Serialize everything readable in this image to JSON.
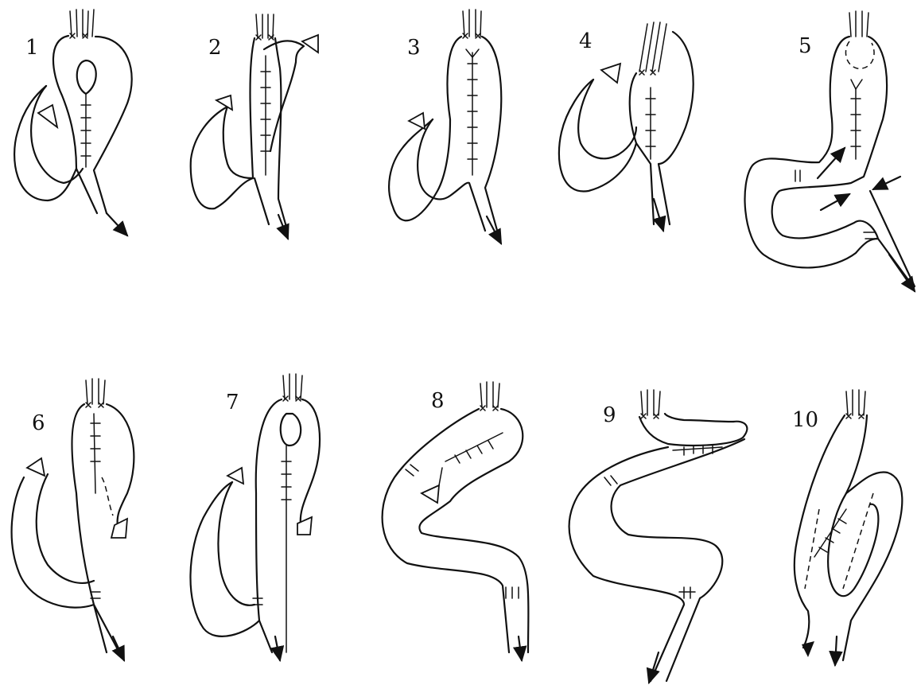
{
  "figure": {
    "panels": [
      {
        "label": "1"
      },
      {
        "label": "2"
      },
      {
        "label": "3"
      },
      {
        "label": "4"
      },
      {
        "label": "5"
      },
      {
        "label": "6"
      },
      {
        "label": "7"
      },
      {
        "label": "8"
      },
      {
        "label": "9"
      },
      {
        "label": "10"
      }
    ]
  }
}
